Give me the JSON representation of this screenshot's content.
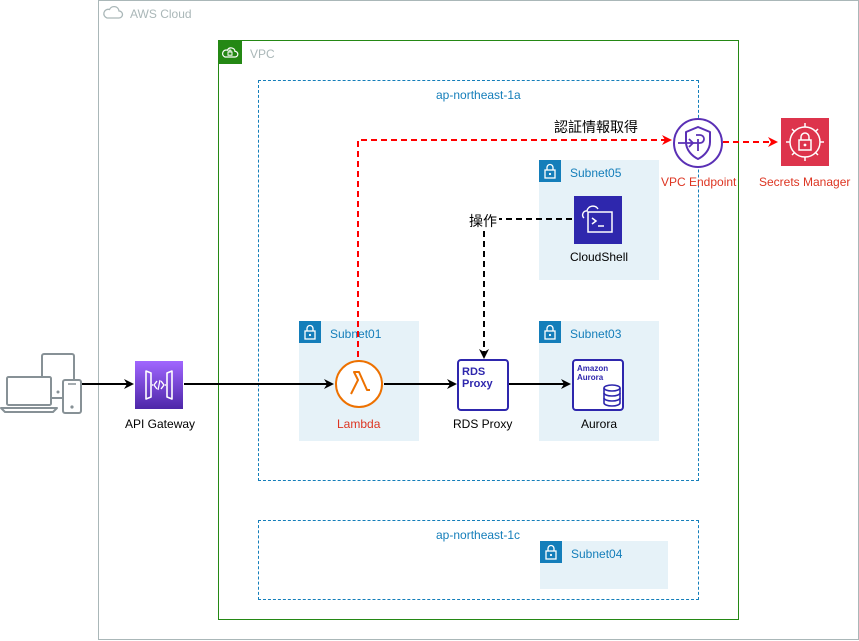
{
  "groups": {
    "aws_cloud": "AWS Cloud",
    "vpc": "VPC",
    "az_1a": "ap-northeast-1a",
    "az_1c": "ap-northeast-1c",
    "subnet01": "Subnet01",
    "subnet03": "Subnet03",
    "subnet04": "Subnet04",
    "subnet05": "Subnet05"
  },
  "nodes": {
    "client": {
      "icon": "client-devices-icon"
    },
    "api_gateway": {
      "label": "API Gateway",
      "icon": "api-gateway-icon"
    },
    "lambda": {
      "label": "Lambda",
      "icon": "lambda-icon"
    },
    "rds_proxy": {
      "label": "RDS Proxy",
      "icon_text_1": "RDS",
      "icon_text_2": "Proxy"
    },
    "aurora": {
      "label": "Aurora",
      "icon_text_1": "Amazon",
      "icon_text_2": "Aurora"
    },
    "cloudshell": {
      "label": "CloudShell",
      "icon": "cloudshell-icon"
    },
    "vpc_endpoint": {
      "label": "VPC Endpoint",
      "icon": "vpc-endpoint-icon"
    },
    "secrets_manager": {
      "label": "Secrets Manager",
      "icon": "secrets-manager-icon"
    }
  },
  "edge_labels": {
    "get_credentials": "認証情報取得",
    "operation": "操作"
  },
  "colors": {
    "api_gateway_top": "#a166ff",
    "api_gateway_bottom": "#4d27a8",
    "compute_orange": "#ed7100",
    "database_blue": "#2e27ad",
    "networking_purple": "#5a30b5",
    "security_red": "#dd344c",
    "subnet_fill": "#e6f2f8",
    "subnet_blue": "#147eba",
    "vpc_green": "#248814",
    "aws_cloud_gray": "#aab7b8",
    "red_label": "#dd3522"
  }
}
